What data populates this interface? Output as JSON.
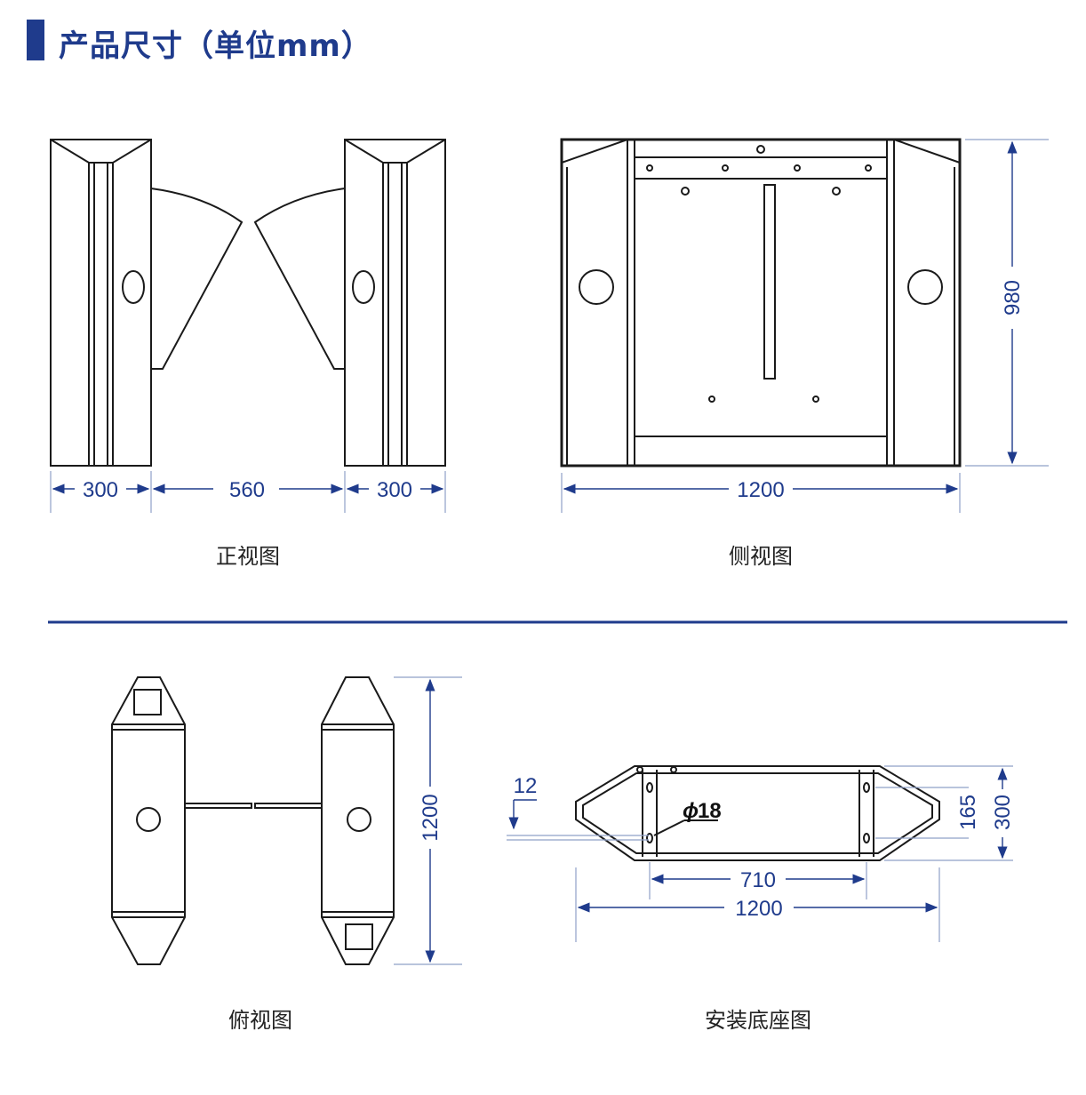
{
  "header": {
    "title": "产品尺寸（单位mm）"
  },
  "colors": {
    "accent": "#1f3b8c",
    "line": "#1a1a1a"
  },
  "views": {
    "front": {
      "caption": "正视图",
      "dims": [
        "300",
        "560",
        "300"
      ]
    },
    "side": {
      "caption": "侧视图",
      "dims": [
        "1200",
        "980"
      ]
    },
    "top": {
      "caption": "俯视图",
      "dims": [
        "1200"
      ]
    },
    "base": {
      "caption": "安装底座图",
      "dims": [
        "12",
        "18",
        "165",
        "300",
        "710",
        "1200"
      ],
      "diameter_symbol": "ϕ"
    }
  }
}
